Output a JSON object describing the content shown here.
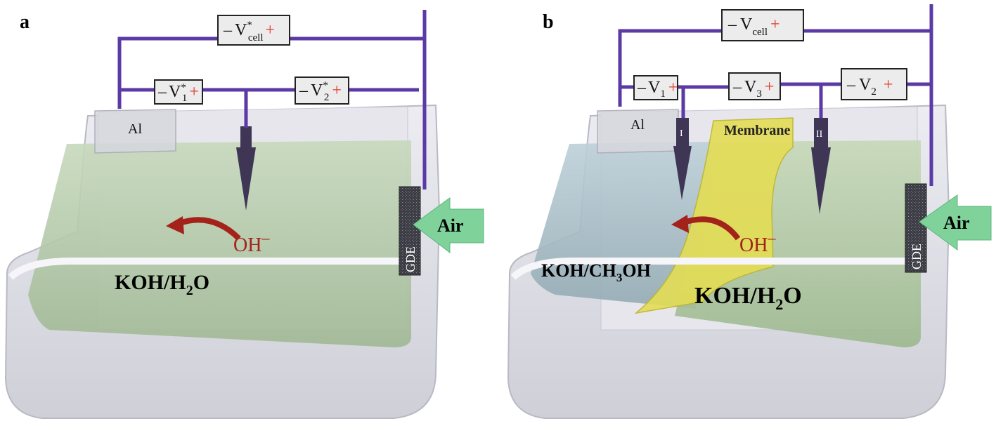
{
  "panels": [
    {
      "letter": "a",
      "meters": {
        "cell": {
          "symbol": "V",
          "sup": "*",
          "sub": "cell"
        },
        "v1": {
          "symbol": "V",
          "sup": "*",
          "sub": "1"
        },
        "v2": {
          "symbol": "V",
          "sup": "*",
          "sub": "2"
        }
      },
      "minus": "–",
      "plus": "+",
      "electrode_label": "Al",
      "gde_label": "GDE",
      "air_label": "Air",
      "ion_label": "OH",
      "ion_charge": "–",
      "electrolyte": {
        "main": "KOH/H",
        "sub": "2",
        "tail": "O"
      }
    },
    {
      "letter": "b",
      "meters": {
        "cell": {
          "symbol": "V",
          "sub": "cell"
        },
        "v1": {
          "symbol": "V",
          "sub": "1"
        },
        "v3": {
          "symbol": "V",
          "sub": "3"
        },
        "v2": {
          "symbol": "V",
          "sub": "2"
        }
      },
      "minus": "–",
      "plus": "+",
      "electrode_label": "Al",
      "probe_1": "I",
      "probe_2": "II",
      "membrane_label": "Membrane",
      "gde_label": "GDE",
      "air_label": "Air",
      "ion_label": "OH",
      "ion_charge": "–",
      "electrolyte_left": {
        "main": "KOH/CH",
        "sub": "3",
        "tail": "OH"
      },
      "electrolyte_right": {
        "main": "KOH/H",
        "sub": "2",
        "tail": "O"
      }
    }
  ],
  "colors": {
    "wire": "#5b3aa6",
    "plus": "#e23b2e",
    "ion_arrow": "#a3231b",
    "membrane": "#e4dd55",
    "air_arrow": "#7fd39a",
    "gde": "#3c3d44",
    "electrolyte_a": "#b9cfae",
    "electrolyte_b_left": "#a9bfc9",
    "electrolyte_b_right": "#b7cfaa"
  }
}
